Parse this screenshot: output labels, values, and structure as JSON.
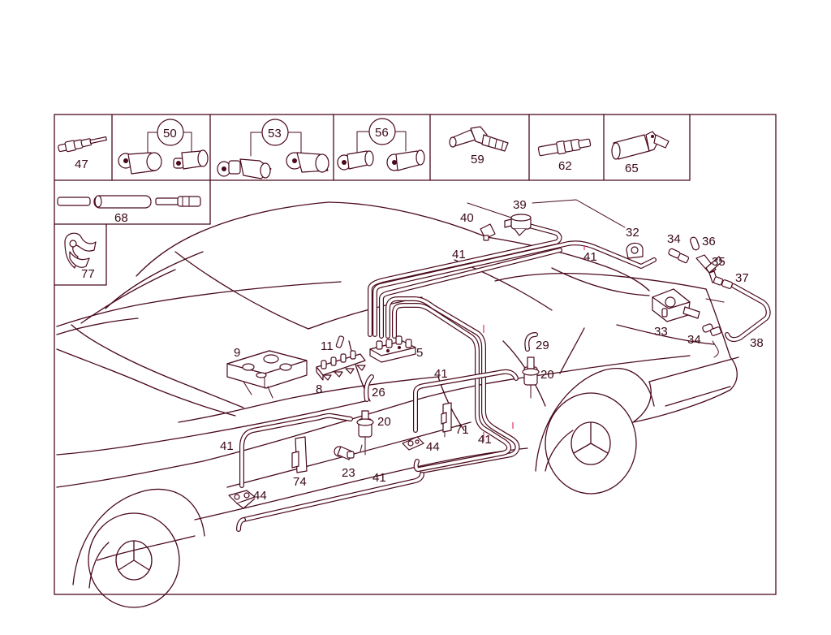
{
  "colors": {
    "line": "#4a0a1c",
    "background": "#ffffff",
    "highlight": "#e0306a"
  },
  "legend": {
    "p47": "47",
    "p50": "50",
    "p53": "53",
    "p56": "56",
    "p59": "59",
    "p62": "62",
    "p65": "65",
    "p68": "68",
    "p77": "77"
  },
  "labels": {
    "p5": "5",
    "p8": "8",
    "p9": "9",
    "p11": "11",
    "p20a": "20",
    "p20b": "20",
    "p23": "23",
    "p26": "26",
    "p29": "29",
    "p32": "32",
    "p33": "33",
    "p34a": "34",
    "p34b": "34",
    "p35": "35",
    "p36": "36",
    "p37": "37",
    "p38": "38",
    "p39": "39",
    "p40": "40",
    "p41a": "41",
    "p41b": "41",
    "p41c": "41",
    "p41d": "41",
    "p41e": "41",
    "p41f": "41",
    "p44a": "44",
    "p44b": "44",
    "p71": "71",
    "p74": "74"
  }
}
